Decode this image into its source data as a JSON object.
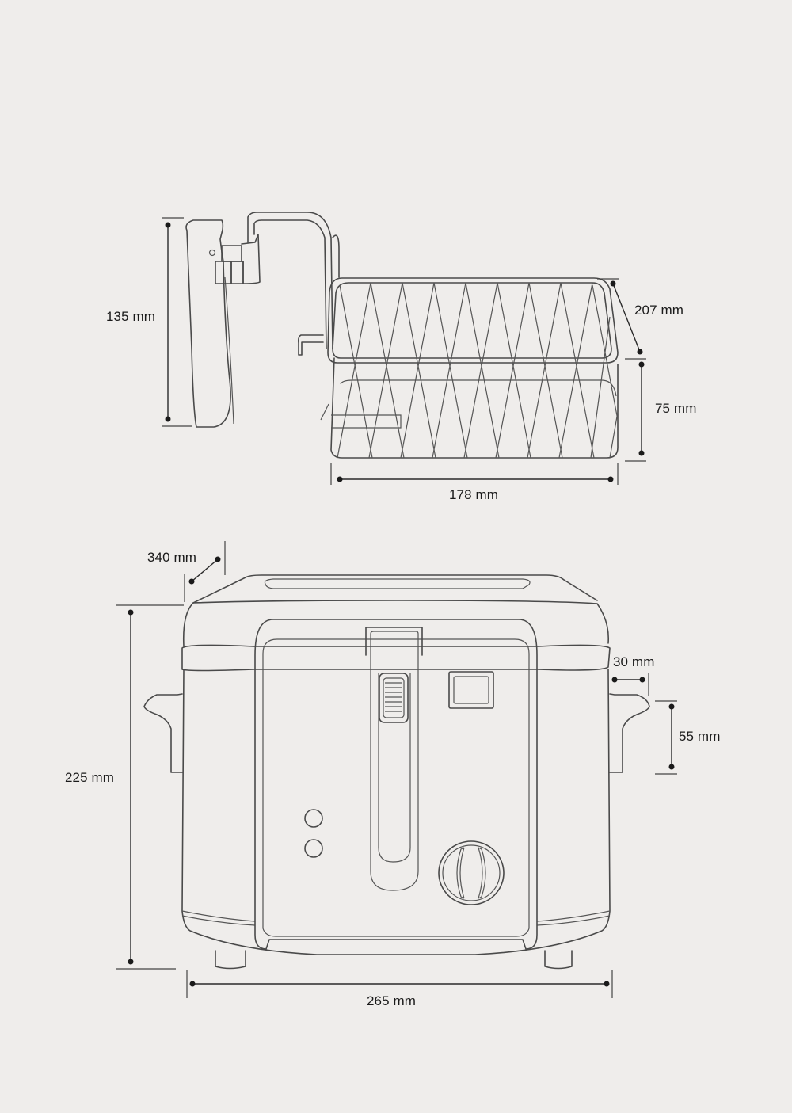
{
  "diagram": {
    "subject": "Deep fryer technical dimension drawing",
    "colors": {
      "background": "#efedeb",
      "line": "#4a4a4a",
      "text": "#1a1a1a"
    },
    "views": [
      {
        "name": "basket-and-handle",
        "dimensions": {
          "handle_height": "135 mm",
          "basket_depth": "207 mm",
          "basket_height": "75 mm",
          "basket_width": "178 mm"
        }
      },
      {
        "name": "fryer-front",
        "dimensions": {
          "depth": "340 mm",
          "height": "225 mm",
          "side_handle_projection": "30 mm",
          "side_handle_height": "55 mm",
          "width": "265 mm"
        }
      }
    ]
  }
}
